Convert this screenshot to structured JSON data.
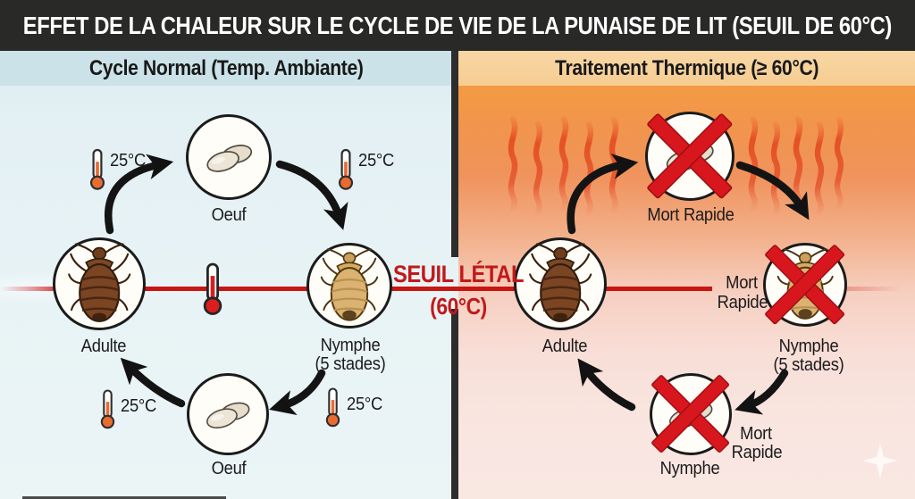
{
  "title": "EFFET DE LA CHALEUR SUR LE CYCLE DE VIE DE LA PUNAISE DE LIT (SEUIL DE 60°C)",
  "threshold": {
    "label": "SEUIL LÉTAL",
    "value": "(60°C)"
  },
  "panels": {
    "left": {
      "header": "Cycle Normal (Temp. Ambiante)",
      "temperature": "25°C",
      "labels": {
        "egg_top": "Oeuf",
        "nymph": "Nymphe",
        "nymph_stages": "(5 stades)",
        "adult": "Adulte",
        "egg_bottom": "Oeuf"
      }
    },
    "right": {
      "header": "Traitement Thermique (≥ 60°C)",
      "labels": {
        "egg_top_death": "Mort Rapide",
        "adult": "Adulte",
        "nymph_death_1": "Mort",
        "nymph_death_2": "Rapide",
        "nymph": "Nymphe",
        "nymph_stages": "(5 stades)",
        "egg_bottom": "Nymphe",
        "egg_bottom_death_1": "Mort",
        "egg_bottom_death_2": "Rapide"
      }
    }
  },
  "icons": {
    "thermometer": "thermometer-icon",
    "heat_wave": "heat-wave-icon",
    "arrow": "curved-arrow-icon",
    "red_x": "red-x-icon",
    "adult_bug": "bedbug-adult-icon",
    "nymph_bug": "bedbug-nymph-icon",
    "eggs": "eggs-icon",
    "sparkle": "sparkle-icon"
  },
  "colors": {
    "title_bar": "#292928",
    "left_header_bg": "#cbe3e8",
    "right_header_bg": "#f7d09a",
    "left_panel_bg": "#e7f2f5",
    "right_panel_top": "#f4a13c",
    "right_panel_bottom": "#f9e7e2",
    "lethal_red": "#c2191b",
    "line_red": "#c81613",
    "x_red": "#d7171d",
    "thermo_orange": "#e96b2f",
    "thermo_red": "#d81e1e"
  }
}
